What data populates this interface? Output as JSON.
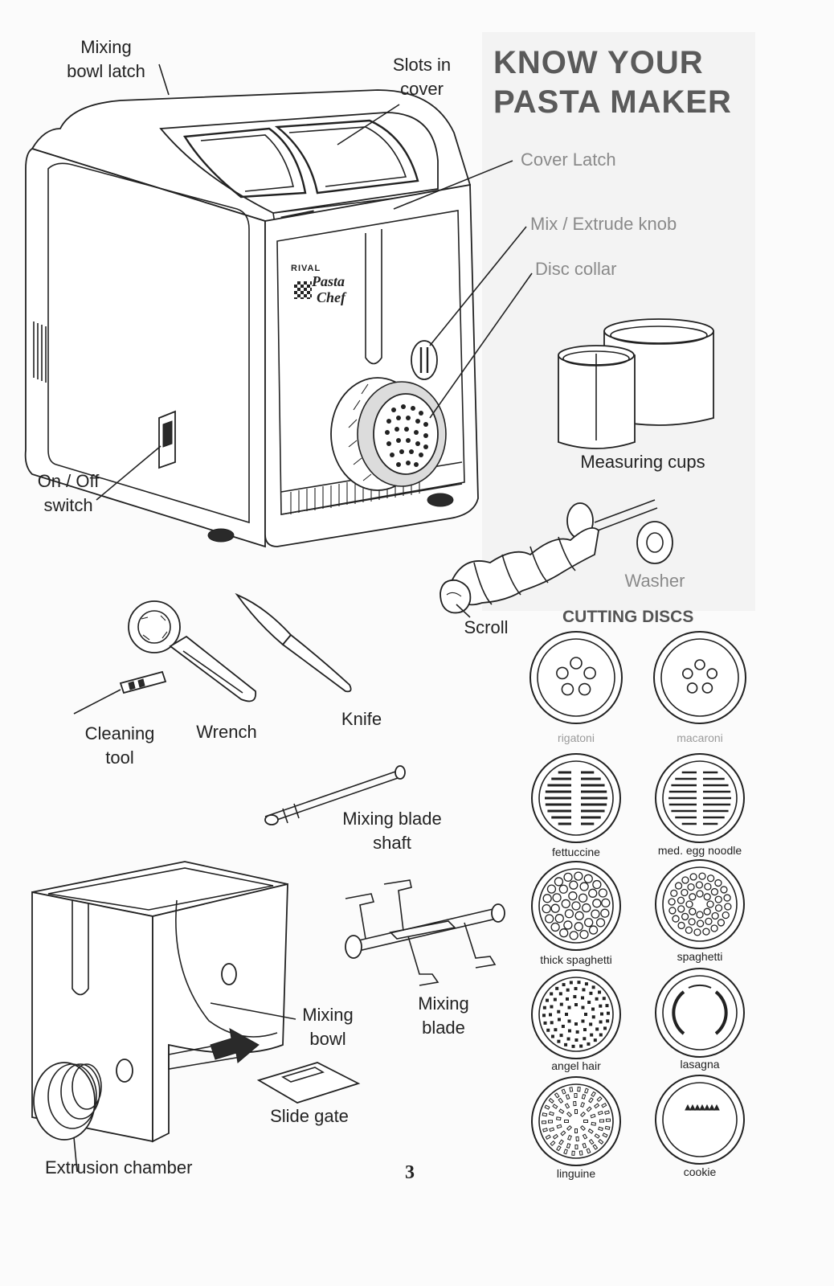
{
  "page": {
    "title_line1": "KNOW YOUR",
    "title_line2": "PASTA MAKER",
    "page_number": "3"
  },
  "brand": {
    "maker": "RIVAL",
    "product_line1": "Pasta",
    "product_line2": "Chef"
  },
  "labels": {
    "mixing_bowl_latch_1": "Mixing",
    "mixing_bowl_latch_2": "bowl latch",
    "slots_in_cover_1": "Slots in",
    "slots_in_cover_2": "cover",
    "cover_latch": "Cover Latch",
    "mix_extrude_knob": "Mix / Extrude knob",
    "disc_collar": "Disc collar",
    "measuring_cups": "Measuring cups",
    "on_off_switch_1": "On / Off",
    "on_off_switch_2": "switch",
    "washer": "Washer",
    "scroll": "Scroll",
    "cleaning_tool_1": "Cleaning",
    "cleaning_tool_2": "tool",
    "wrench": "Wrench",
    "knife": "Knife",
    "mixing_blade_shaft_1": "Mixing blade",
    "mixing_blade_shaft_2": "shaft",
    "mixing_bowl_1": "Mixing",
    "mixing_bowl_2": "bowl",
    "mixing_blade_1": "Mixing",
    "mixing_blade_2": "blade",
    "slide_gate": "Slide gate",
    "extrusion_chamber": "Extrusion chamber"
  },
  "cutting_discs": {
    "heading": "CUTTING DISCS",
    "names": {
      "rigatoni": "rigatoni",
      "macaroni": "macaroni",
      "fettuccine": "fettuccine",
      "med_egg_noodle": "med. egg noodle",
      "thick_spaghetti": "thick spaghetti",
      "spaghetti": "spaghetti",
      "angel_hair": "angel hair",
      "lasagna": "lasagna",
      "linguine": "linguine",
      "cookie": "cookie"
    }
  }
}
